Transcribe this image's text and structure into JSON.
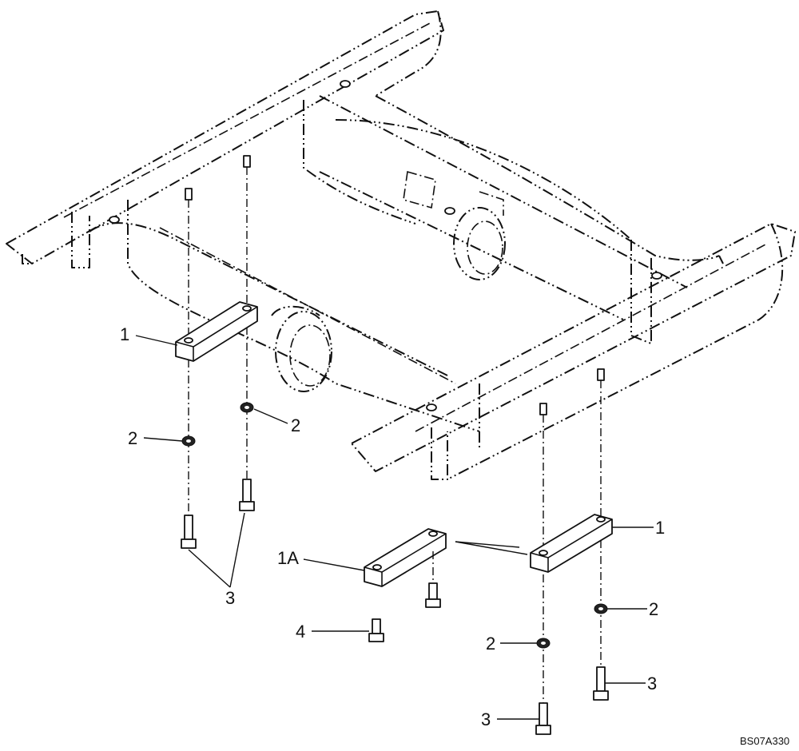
{
  "callouts": {
    "c1_left": "1",
    "c2_left_top": "2",
    "c2_left": "2",
    "c3_left": "3",
    "c1_right": "1",
    "c1a": "1A",
    "c4": "4",
    "c2_right_top": "2",
    "c2_right": "2",
    "c3_right_top": "3",
    "c3_right": "3"
  },
  "figure_ref": "BS07A330"
}
